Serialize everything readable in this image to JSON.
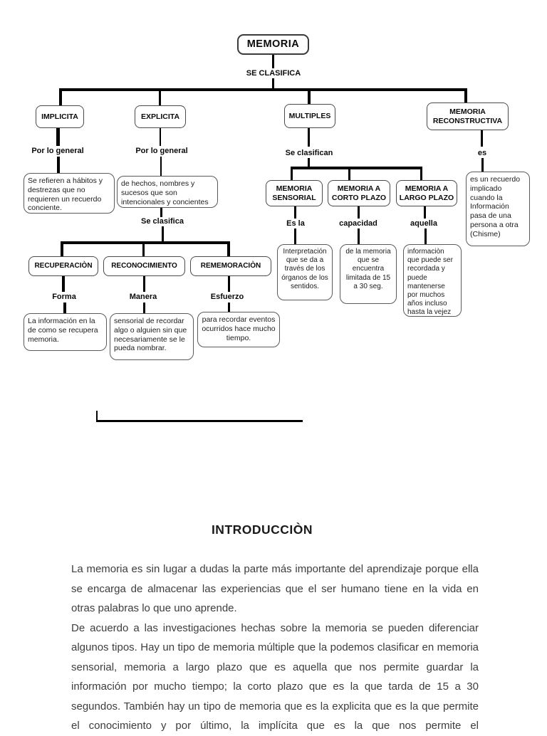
{
  "concept_map": {
    "root": "MEMORIA",
    "root_link": "SE CLASIFICA",
    "implicita": {
      "title": "IMPLICITA",
      "link": "Por lo general",
      "desc": "Se refieren a hábitos y destrezas que no requieren un recuerdo conciente."
    },
    "explicita": {
      "title": "EXPLICITA",
      "link": "Por lo general",
      "desc": "de hechos, nombres y sucesos que son intencionales y concientes",
      "sub_link": "Se clasifica"
    },
    "recuperacion": {
      "title": "RECUPERACIÒN",
      "link": "Forma",
      "desc": "La información en la de como se recupera memoria."
    },
    "reconocimiento": {
      "title": "RECONOCIMIENTO",
      "link": "Manera",
      "desc": "sensorial de recordar algo o alguien sin que necesariamente se le pueda nombrar."
    },
    "rememoracion": {
      "title": "REMEMORACIÒN",
      "link": "Esfuerzo",
      "desc": "para recordar eventos ocurridos hace mucho tiempo."
    },
    "multiples": {
      "title": "MULTIPLES",
      "link": "Se clasifican"
    },
    "sensorial": {
      "title": "MEMORIA SENSORIAL",
      "link": "Es la",
      "desc": "Interpretación que se da a través de los órganos de los sentidos."
    },
    "corto_plazo": {
      "title": "MEMORIA A CORTO PLAZO",
      "link": "capacidad",
      "desc": "de la memoria que se encuentra limitada de 15 a 30 seg."
    },
    "largo_plazo": {
      "title": "MEMORIA A LARGO PLAZO",
      "link": "aquella",
      "desc": "informaciòn que puede ser recordada y puede mantenerse por muchos años incluso hasta la vejez"
    },
    "reconstructiva": {
      "title": "MEMORIA RECONSTRUCTIVA",
      "link": "es",
      "desc": "es un recuerdo implicado cuando la Información pasa de una persona a otra (Chisme)"
    }
  },
  "intro": {
    "heading": "INTRODUCCIÒN",
    "paragraphs": [
      "La memoria es sin lugar a dudas la parte más importante del aprendizaje porque ella se encarga de almacenar las experiencias que el ser humano tiene en la vida en otras palabras lo que uno aprende.",
      "De acuerdo a las investigaciones hechas sobre la memoria se pueden diferenciar algunos tipos. Hay un tipo de memoria múltiple que la podemos clasificar en memoria sensorial, memoria a largo plazo que es aquella que nos permite guardar la información por mucho tiempo; la corto plazo que es la que tarda de 15 a 30 segundos. También hay un tipo de memoria que es la explicita que es la que permite el conocimiento y por último, la implícita que es la que nos permite el"
    ]
  },
  "colors": {
    "ink": "#000000",
    "box_border": "#4a4a4a",
    "body_text": "#3d3d3d",
    "background": "#ffffff"
  }
}
